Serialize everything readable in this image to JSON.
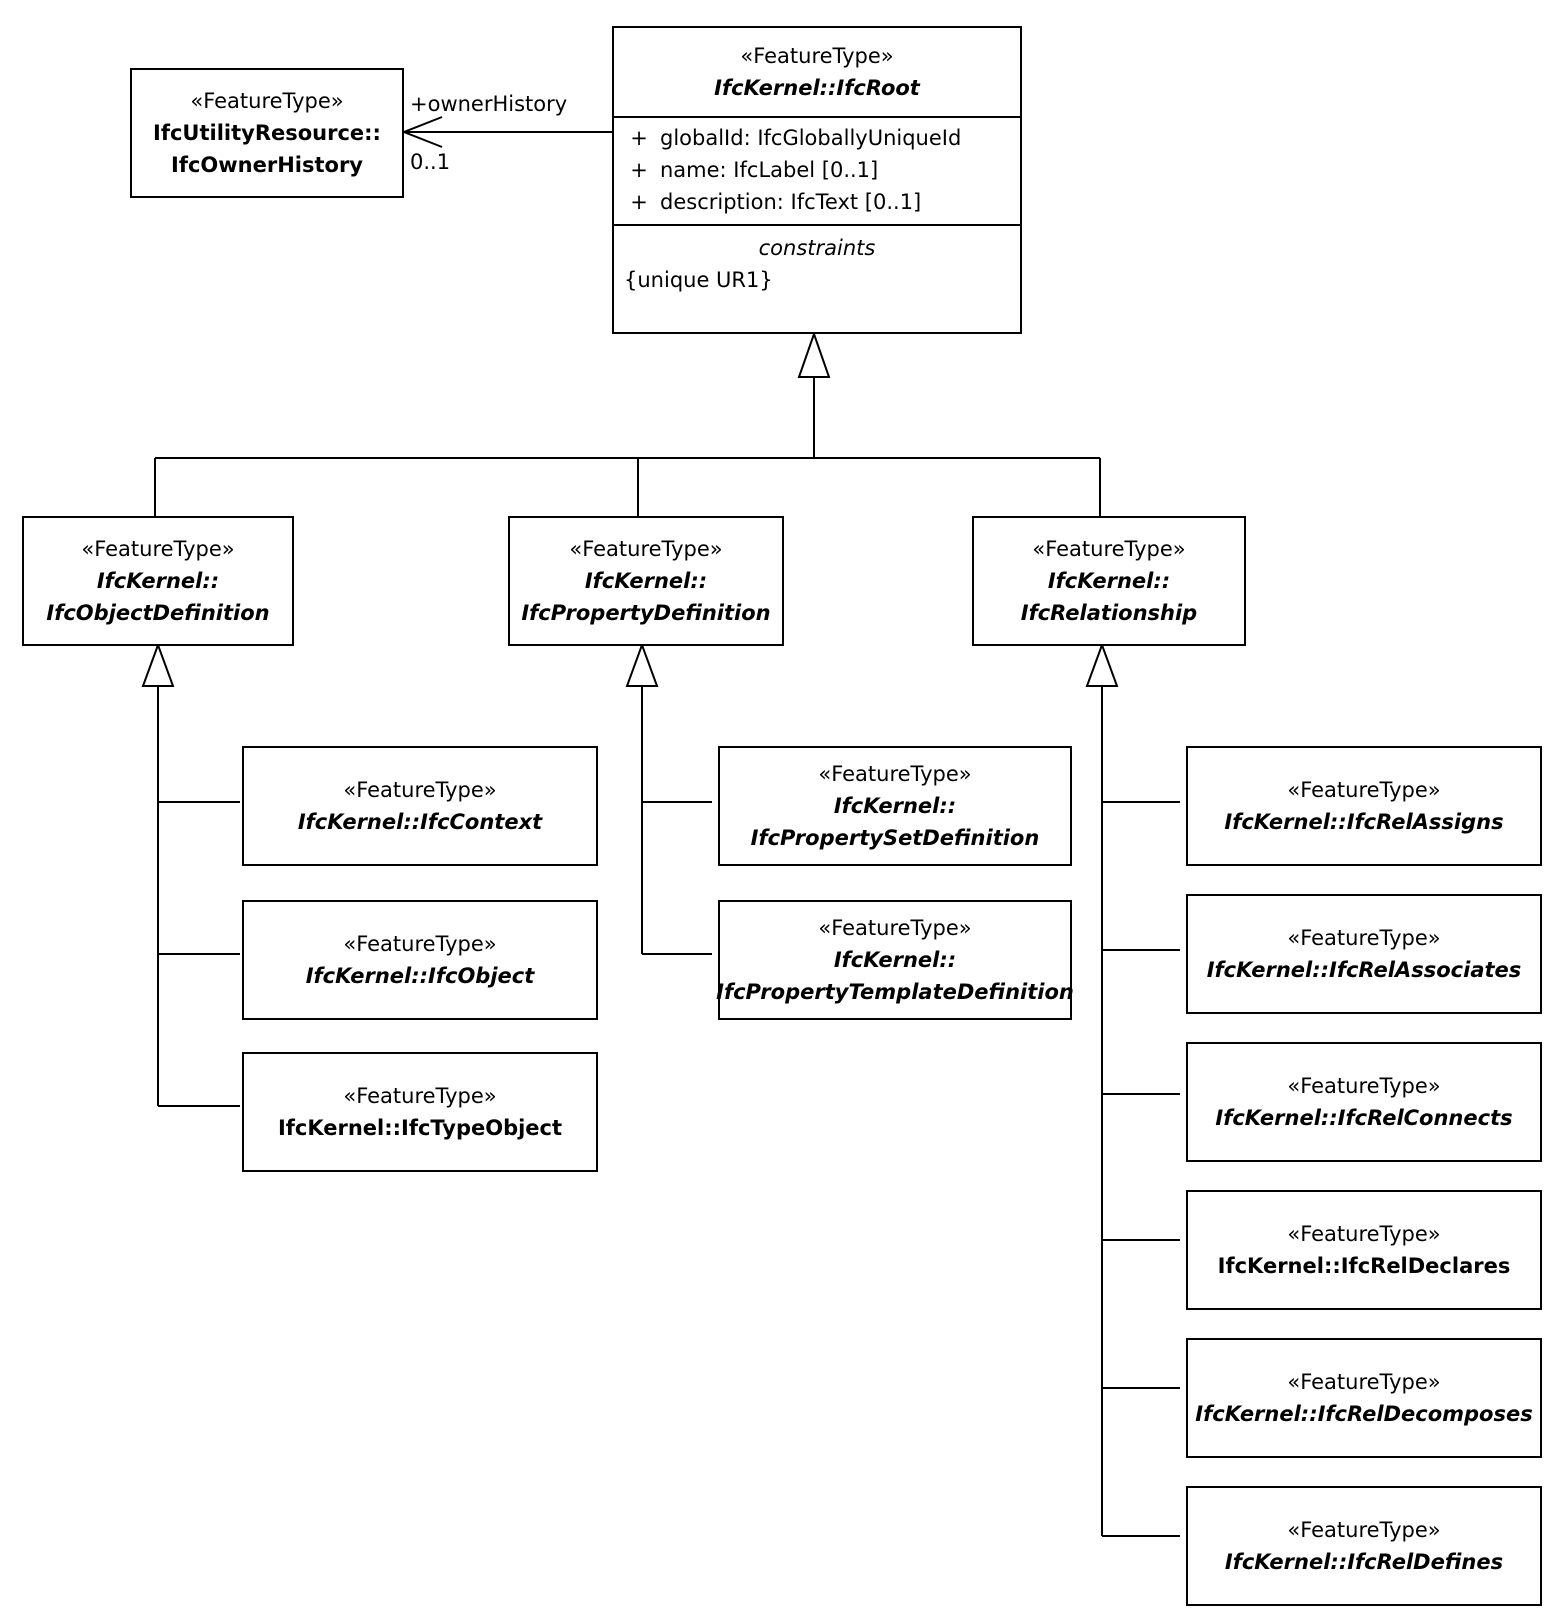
{
  "stereotype": "«FeatureType»",
  "root": {
    "name": "IfcKernel::IfcRoot",
    "attributes": [
      {
        "visibility": "+",
        "text": "globalId: IfcGloballyUniqueId"
      },
      {
        "visibility": "+",
        "text": "name: IfcLabel [0..1]"
      },
      {
        "visibility": "+",
        "text": "description: IfcText [0..1]"
      }
    ],
    "constraints_title": "constraints",
    "constraints": [
      "{unique UR1}"
    ]
  },
  "owner_history": {
    "name_line1": "IfcUtilityResource::",
    "name_line2": "IfcOwnerHistory",
    "role": "+ownerHistory",
    "multiplicity": "0..1"
  },
  "classes": {
    "object_definition": {
      "line1": "IfcKernel::",
      "line2": "IfcObjectDefinition"
    },
    "property_definition": {
      "line1": "IfcKernel::",
      "line2": "IfcPropertyDefinition"
    },
    "relationship": {
      "line1": "IfcKernel::",
      "line2": "IfcRelationship"
    },
    "context": {
      "line1": "IfcKernel::IfcContext"
    },
    "object": {
      "line1": "IfcKernel::IfcObject"
    },
    "type_object": {
      "line1": "IfcKernel::IfcTypeObject"
    },
    "property_set_definition": {
      "line1": "IfcKernel::",
      "line2": "IfcPropertySetDefinition"
    },
    "property_template_definition": {
      "line1": "IfcKernel::",
      "line2": "IfcPropertyTemplateDefinition"
    },
    "rel_assigns": {
      "line1": "IfcKernel::IfcRelAssigns"
    },
    "rel_associates": {
      "line1": "IfcKernel::IfcRelAssociates"
    },
    "rel_connects": {
      "line1": "IfcKernel::IfcRelConnects"
    },
    "rel_declares": {
      "line1": "IfcKernel::IfcRelDeclares"
    },
    "rel_decomposes": {
      "line1": "IfcKernel::IfcRelDecomposes"
    },
    "rel_defines": {
      "line1": "IfcKernel::IfcRelDefines"
    }
  }
}
